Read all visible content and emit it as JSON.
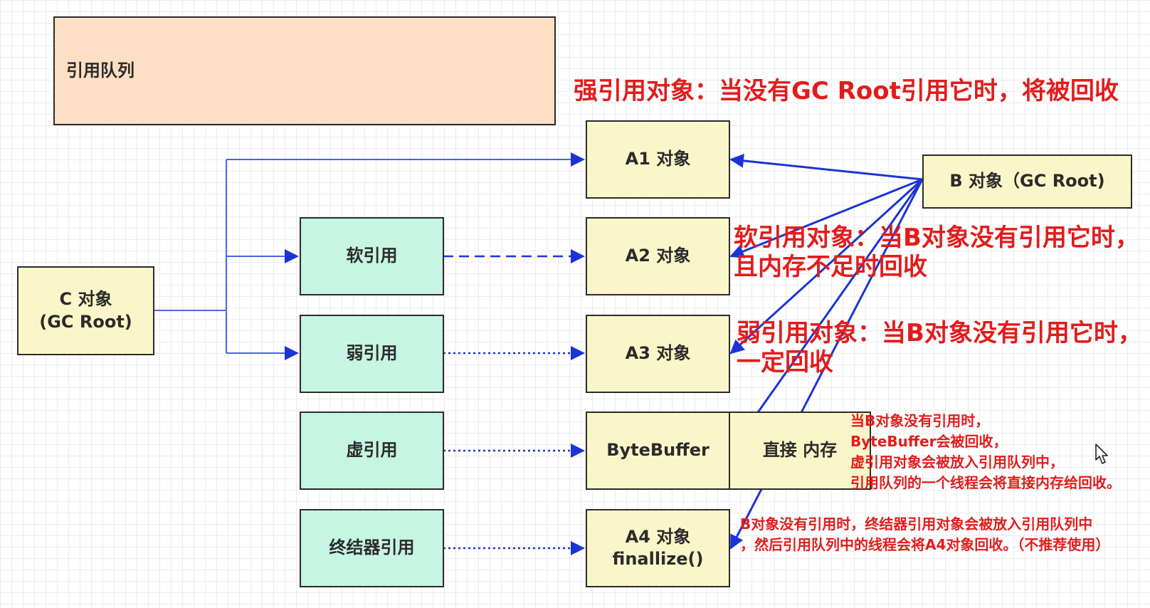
{
  "queue": {
    "label": "引用队列"
  },
  "nodes": {
    "c": {
      "line1": "C 对象",
      "line2": "(GC Root)"
    },
    "b": {
      "label": "B 对象（GC Root)"
    },
    "a1": {
      "label": "A1 对象"
    },
    "a2": {
      "label": "A2 对象"
    },
    "a3": {
      "label": "A3 对象"
    },
    "bytebuffer": {
      "label": "ByteBuffer"
    },
    "direct_memory": {
      "label": "直接 内存"
    },
    "a4": {
      "line1": "A4 对象",
      "line2": "finallize()"
    }
  },
  "references": {
    "soft": "软引用",
    "weak": "弱引用",
    "phantom": "虚引用",
    "finalizer": "终结器引用"
  },
  "annotations": {
    "strong": "强引用对象：当没有GC Root引用它时，将被回收",
    "soft_1": "软引用对象：当B对象没有引用它时，",
    "soft_2": "且内存不足时回收",
    "weak_1": "弱引用对象：当B对象没有引用它时，",
    "weak_2": "一定回收",
    "phantom_1": "当B对象没有引用时，",
    "phantom_2": "ByteBuffer会被回收，",
    "phantom_3": "虚引用对象会被放入引用队列中，",
    "phantom_4": "引用队列的一个线程会将直接内存给回收。",
    "finalizer_1": "B对象没有引用时，终结器引用对象会被放入引用队列中",
    "finalizer_2": "，然后引用队列中的线程会将A4对象回收。（不推荐使用）"
  },
  "colors": {
    "annotation": "#e21c1c",
    "arrow_c": "#4a64e8",
    "arrow_b": "#1c34d6",
    "box_yellow": "#fbf6c9",
    "box_green": "#c7f5e3",
    "box_peach": "#fddfc5"
  }
}
